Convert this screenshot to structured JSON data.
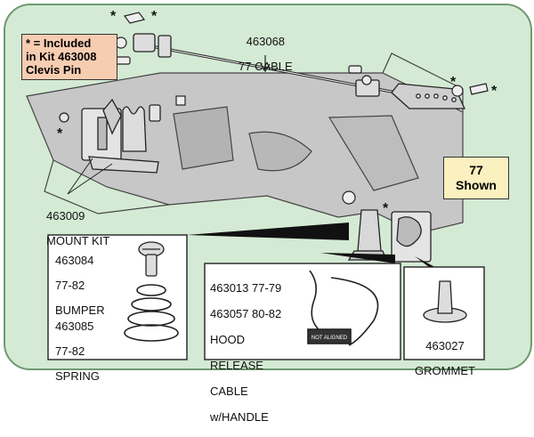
{
  "kit_note": {
    "line1": "* = Included",
    "line2": "in Kit 463008",
    "line3": "Clevis Pin"
  },
  "cable": {
    "part_number": "463068",
    "name": "77 CABLE"
  },
  "mount_kit": {
    "part_number": "463009",
    "name": "MOUNT KIT"
  },
  "shown_badge": {
    "line1": "77",
    "line2": "Shown"
  },
  "bumper": {
    "part_number": "463084",
    "years": "77-82",
    "name": "BUMPER"
  },
  "spring": {
    "part_number": "463085",
    "years": "77-82",
    "name": "SPRING"
  },
  "release_cable": {
    "line1": "463013 77-79",
    "line2": "463057 80-82",
    "line3": "HOOD",
    "line4": "RELEASE",
    "line5": "CABLE",
    "line6": "w/HANDLE"
  },
  "handle_text": "NOT ALIGNED",
  "grommet": {
    "part_number": "463027",
    "name": "GROMMET"
  },
  "asterisk": "*",
  "colors": {
    "background": "#d4ead4",
    "frame": "#6f9a72",
    "kit_note_fill": "#f7cdb1",
    "shown_fill": "#fbf0bf",
    "line_art": "#222222"
  }
}
